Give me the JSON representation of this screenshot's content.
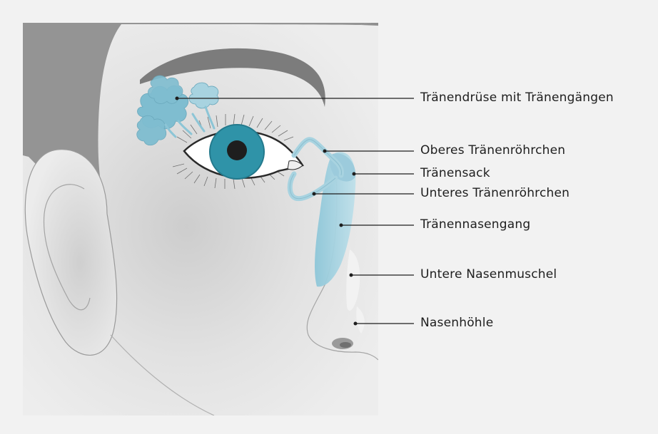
{
  "labels": {
    "lacrimal_gland": "Tränendrüse mit Tränengängen",
    "upper_canaliculus": "Oberes Tränenröhrchen",
    "lacrimal_sac": "Tränensack",
    "lower_canaliculus": "Unteres Tränenröhrchen",
    "nasolacrimal_duct": "Tränennasengang",
    "inferior_turbinate": "Untere Nasenmuschel",
    "nasal_cavity": "Nasenhöhle"
  },
  "colors": {
    "background": "#f2f2f2",
    "face": "#e6e6e6",
    "hair": "#8f8f8f",
    "eyebrow": "#7c7c7c",
    "iris": "#2f93a8",
    "pupil": "#1e1e1e",
    "tear_system": "#a8d3e0",
    "tear_gland": "#7fbdd0",
    "leader_line": "#1e1e1e"
  }
}
